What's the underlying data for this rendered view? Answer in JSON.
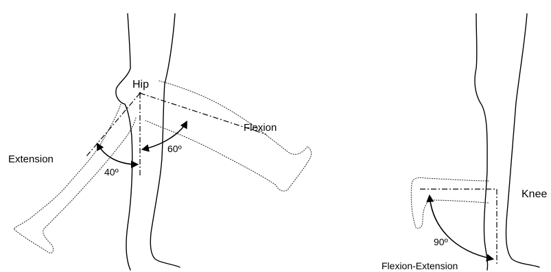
{
  "hip": {
    "joint_label": "Hip",
    "flexion_label": "Flexion",
    "extension_label": "Extension",
    "flexion_angle": "60º",
    "extension_angle": "40º"
  },
  "knee": {
    "joint_label": "Knee",
    "motion_label": "Flexion-Extension",
    "angle": "90º"
  }
}
